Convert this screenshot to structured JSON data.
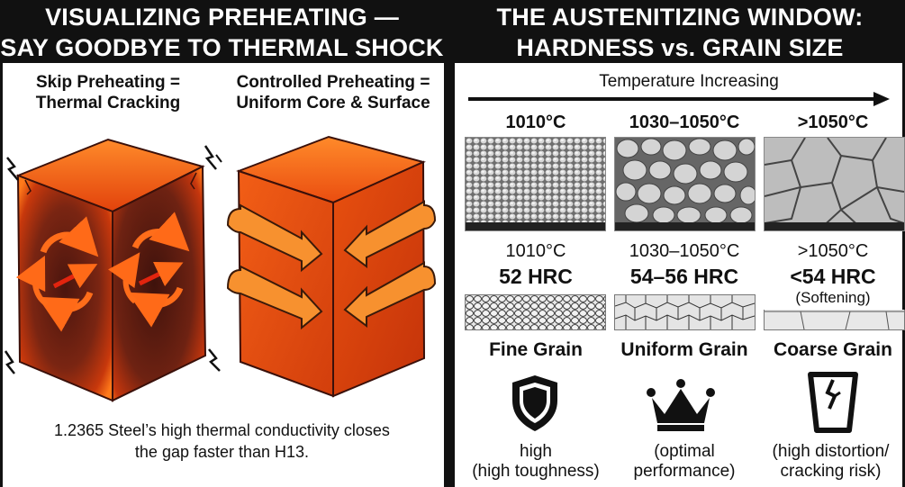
{
  "left": {
    "title_line1": "VISUALIZING PREHEATING —",
    "title_line2": "SAY GOODBYE TO THERMAL SHOCK",
    "skip_label_line1": "Skip Preheating =",
    "skip_label_line2": "Thermal Cracking",
    "controlled_label_line1": "Controlled Preheating =",
    "controlled_label_line2": "Uniform Core & Surface",
    "caption_line1": "1.2365 Steel’s high thermal conductivity closes",
    "caption_line2": "the gap faster than H13."
  },
  "right": {
    "title_line1": "THE AUSTENITIZING WINDOW:",
    "title_line2": "HARDNESS vs. GRAIN SIZE",
    "axis_label": "Temperature Increasing",
    "columns": [
      {
        "temp_top": "1010°C",
        "temp": "1010°C",
        "hardness": "52 HRC",
        "note": "",
        "grain": "Fine Grain",
        "icon": "shield-icon",
        "desc_line1": "high",
        "desc_line2": "(high toughness)"
      },
      {
        "temp_top": "1030–1050°C",
        "temp": "1030–1050°C",
        "hardness": "54–56 HRC",
        "note": "",
        "grain": "Uniform Grain",
        "icon": "crown-icon",
        "desc_line1": "(optimal",
        "desc_line2": "performance)"
      },
      {
        "temp_top": ">1050°C",
        "temp": ">1050°C",
        "hardness": "<54 HRC",
        "note": "(Softening)",
        "grain": "Coarse Grain",
        "icon": "cracked-cup-icon",
        "desc_line1": "(high distortion/",
        "desc_line2": "cracking risk)"
      }
    ]
  },
  "colors": {
    "hot_orange": "#f05a12",
    "hot_red": "#c62a0a",
    "dark_core": "#5a1a10",
    "arrow_orange": "#f7912f"
  }
}
